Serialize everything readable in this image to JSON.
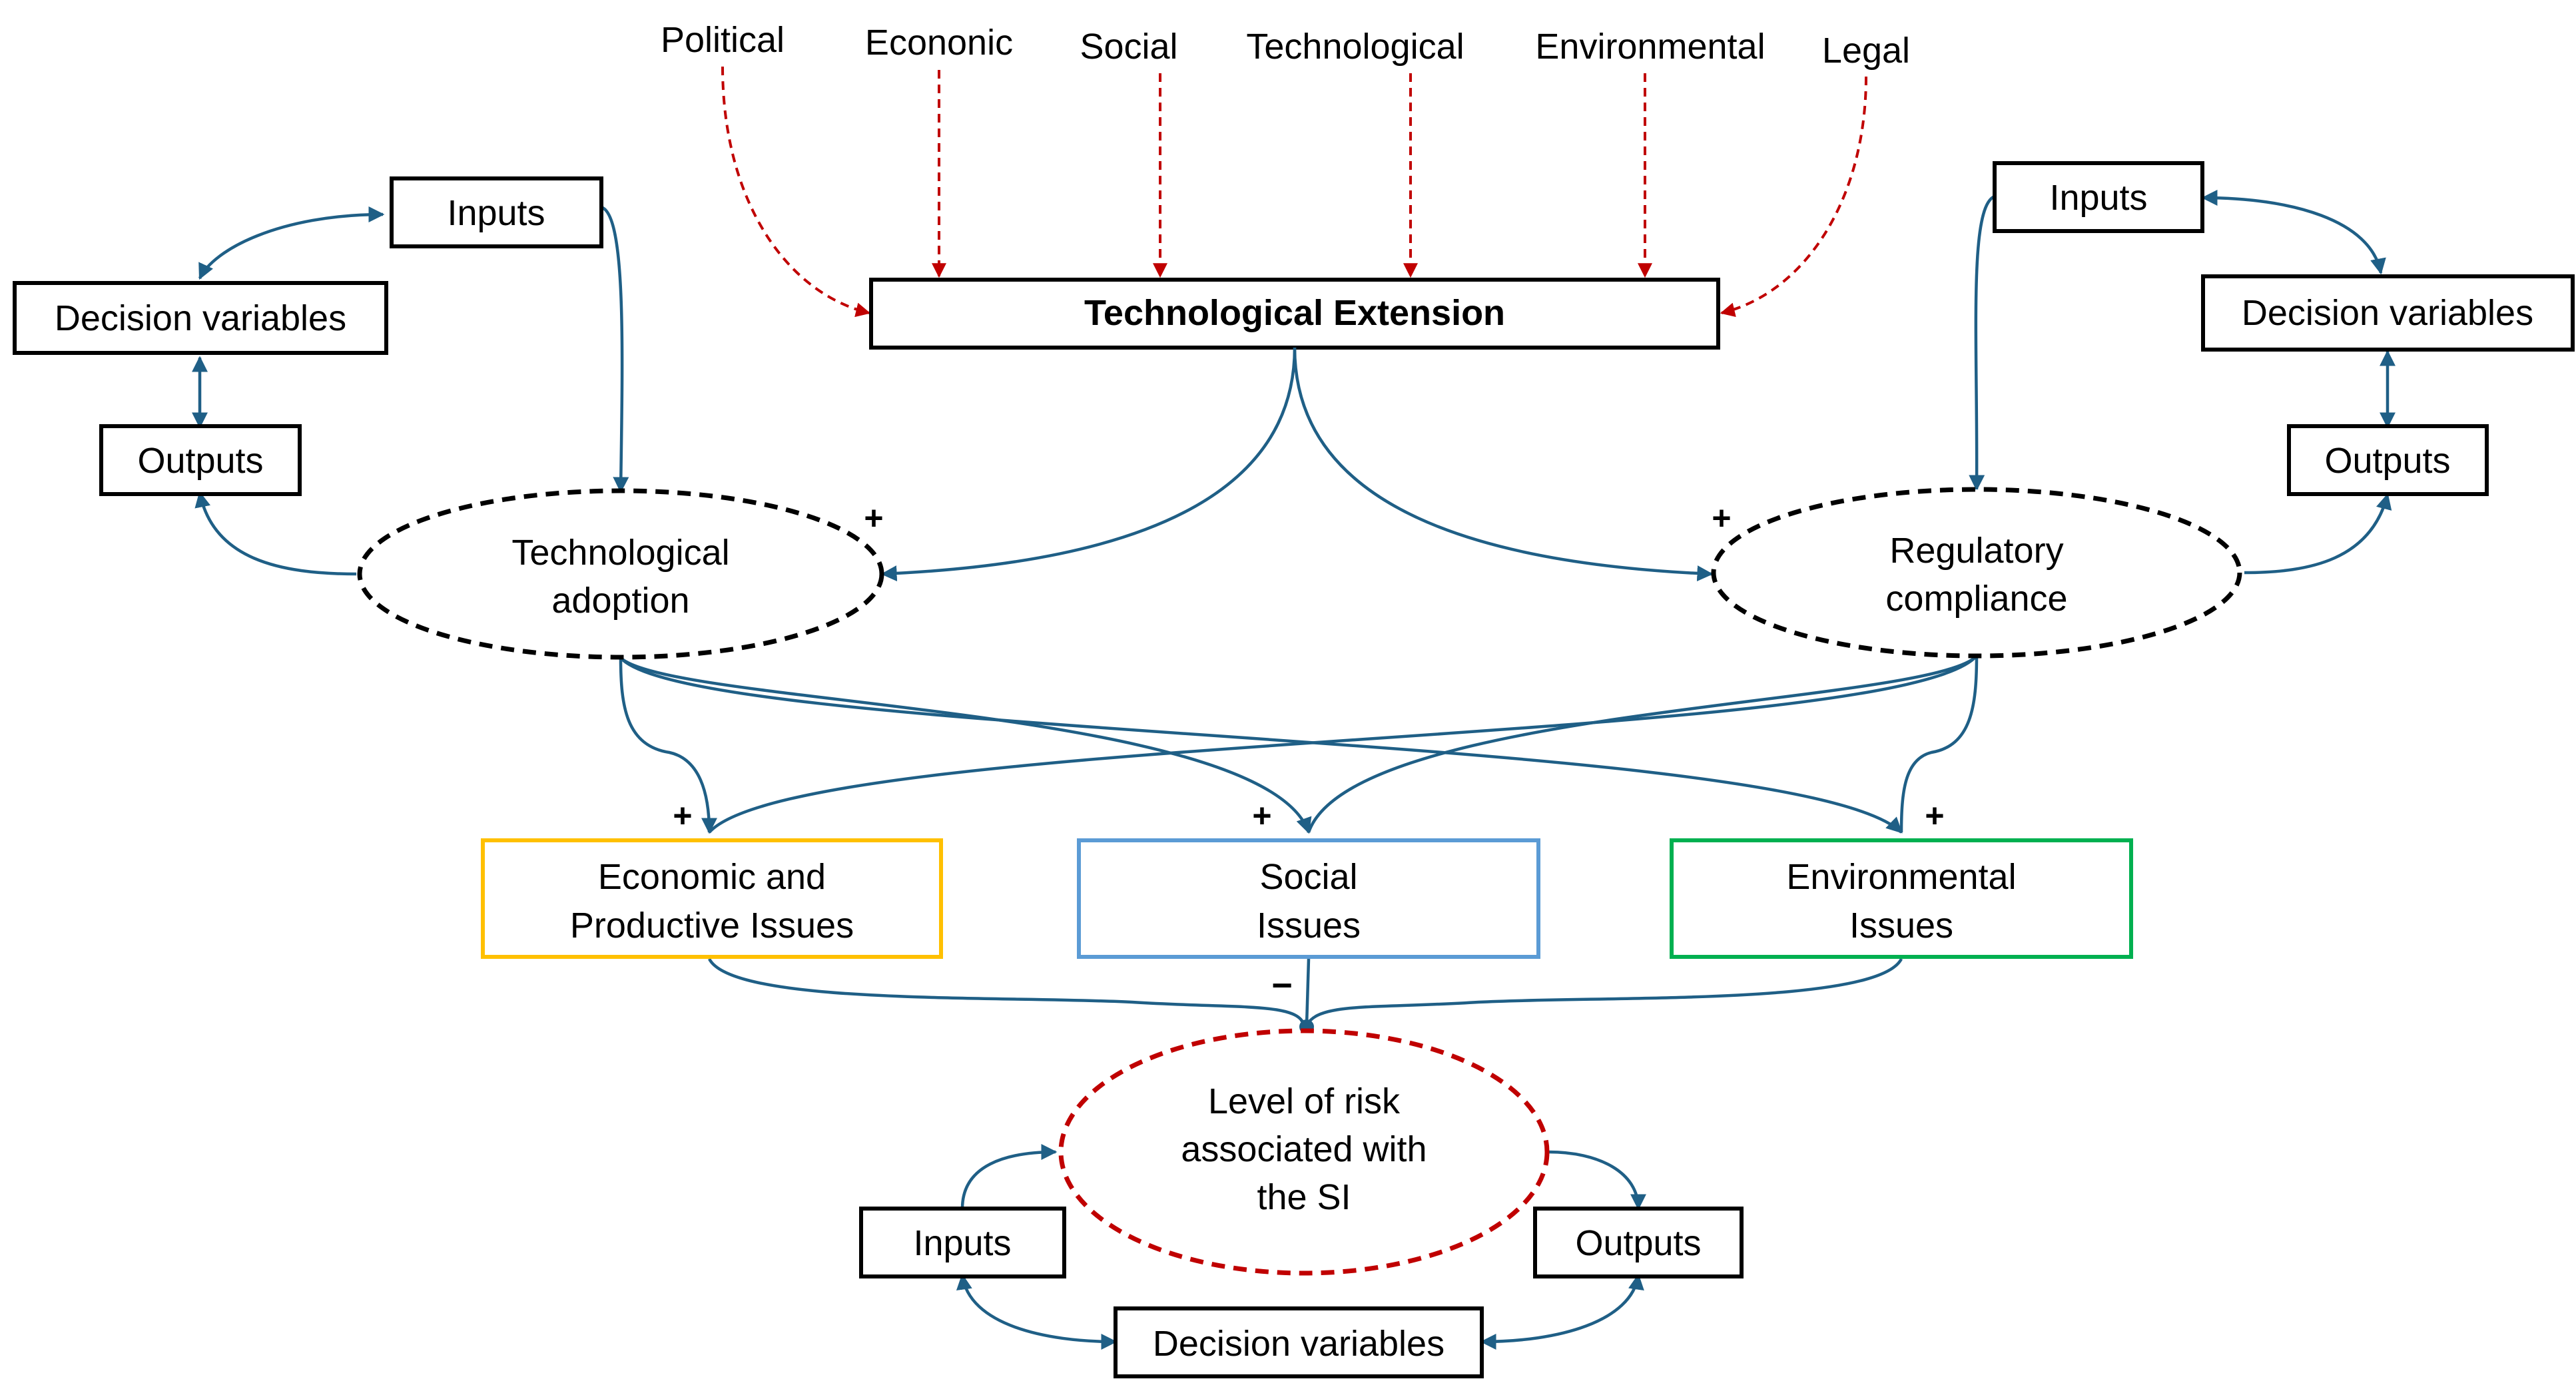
{
  "colors": {
    "flow": "#1f5f86",
    "driver_arrow": "#c00000",
    "box_border": "#000000",
    "economic_border": "#ffc000",
    "social_border": "#5b9bd5",
    "environmental_border": "#00b050",
    "risk_border": "#c00000"
  },
  "drivers": {
    "political": "Political",
    "economic": "Econonic",
    "social": "Social",
    "technological": "Technological",
    "environmental": "Environmental",
    "legal": "Legal"
  },
  "tech_extension": "Technological Extension",
  "left_loop": {
    "inputs": "Inputs",
    "decision_variables": "Decision variables",
    "outputs": "Outputs"
  },
  "right_loop": {
    "inputs": "Inputs",
    "decision_variables": "Decision variables",
    "outputs": "Outputs"
  },
  "bottom_loop": {
    "inputs": "Inputs",
    "decision_variables": "Decision variables",
    "outputs": "Outputs"
  },
  "tech_adoption": {
    "line1": "Technological",
    "line2": "adoption",
    "sign": "+"
  },
  "regulatory": {
    "line1": "Regulatory",
    "line2": "compliance",
    "sign": "+"
  },
  "economic_issues": {
    "line1": "Economic and",
    "line2": "Productive Issues",
    "sign": "+"
  },
  "social_issues": {
    "line1": "Social",
    "line2": "Issues",
    "sign": "+"
  },
  "environmental_issues": {
    "line1": "Environmental",
    "line2": "Issues",
    "sign": "+"
  },
  "risk": {
    "line1": "Level of risk",
    "line2": "associated with",
    "line3": "the SI",
    "sign": "−"
  }
}
